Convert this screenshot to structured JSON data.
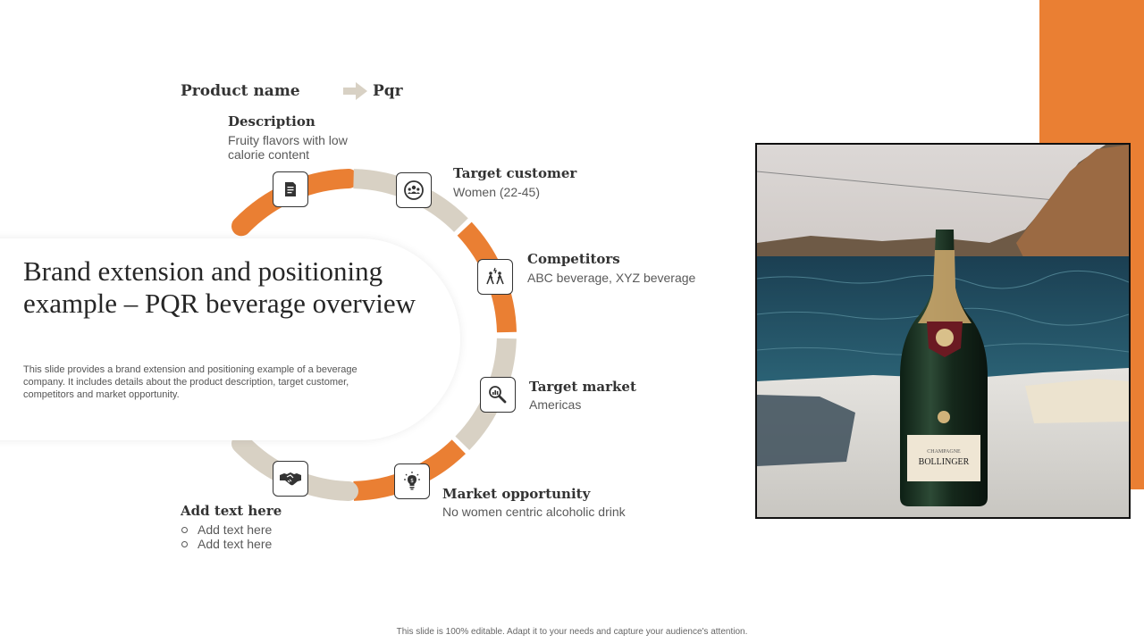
{
  "product": {
    "label": "Product name",
    "value": "Pqr"
  },
  "title": "Brand extension and positioning example – PQR beverage overview",
  "description": "This slide provides a brand extension and positioning example of a beverage company. It includes details about the product description, target customer, competitors and market opportunity.",
  "items": {
    "description": {
      "heading": "Description",
      "text": "Fruity flavors with low calorie content",
      "icon": "document-icon"
    },
    "target_customer": {
      "heading": "Target customer",
      "text": "Women (22-45)",
      "icon": "team-icon"
    },
    "competitors": {
      "heading": "Competitors",
      "text": "ABC beverage, XYZ beverage",
      "icon": "competition-icon"
    },
    "target_market": {
      "heading": "Target market",
      "text": "Americas",
      "icon": "magnifier-chart-icon"
    },
    "market_opportunity": {
      "heading": "Market opportunity",
      "text": "No women centric alcoholic drink",
      "icon": "bulb-icon"
    },
    "add_text": {
      "heading": "Add text here",
      "bullets": [
        "Add text here",
        "Add text here"
      ],
      "icon": "handshake-icon"
    }
  },
  "photo": {
    "bottle_label_top": "CHAMPAGNE",
    "bottle_label_brand": "BOLLINGER"
  },
  "colors": {
    "accent": "#ea7f33",
    "beige": "#d8d1c4",
    "text_dark": "#333333"
  },
  "footer": "This slide is 100% editable. Adapt it to your needs and capture your audience's attention."
}
